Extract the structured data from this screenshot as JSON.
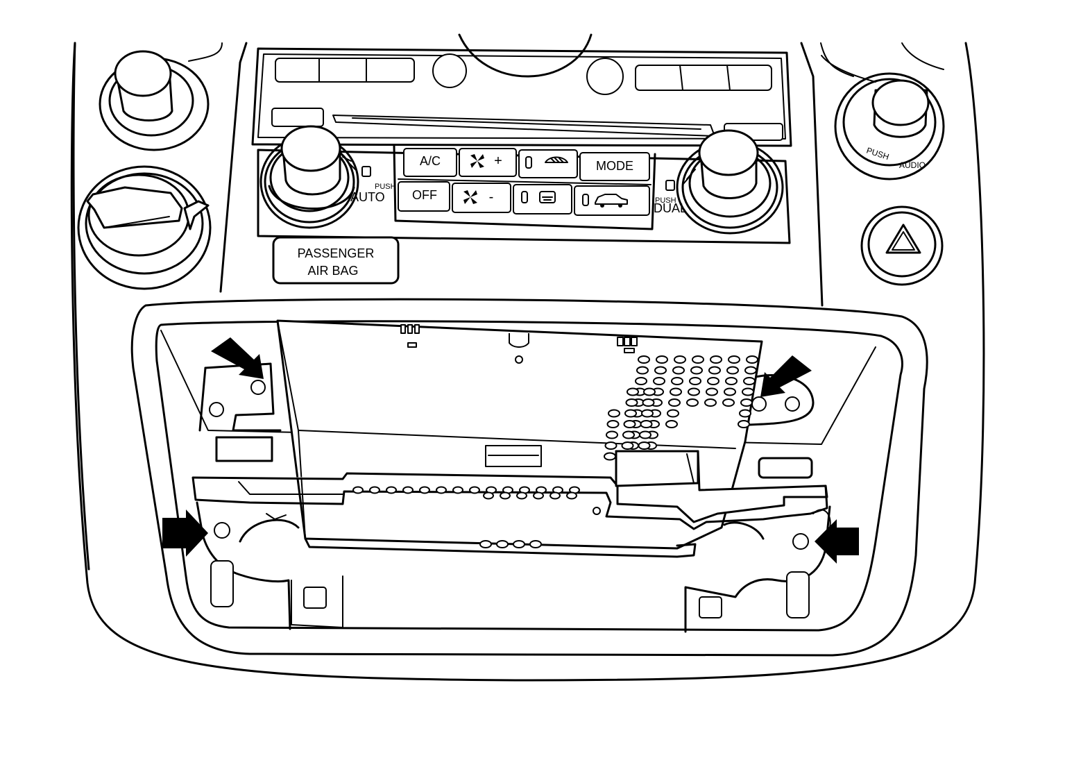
{
  "climate_panel": {
    "ac_label": "A/C",
    "fan_up_label": "+",
    "mode_label": "MODE",
    "off_label": "OFF",
    "fan_down_label": "-",
    "auto_push_label": "PUSH",
    "auto_label": "AUTO",
    "dual_push_label": "PUSH",
    "dual_label": "DUAL"
  },
  "audio_knob": {
    "push_label": "PUSH",
    "audio_label": "AUDIO"
  },
  "airbag_indicator": {
    "line1": "PASSENGER",
    "line2": "AIR BAG"
  },
  "icons": [
    "fan-icon",
    "defrost-front-icon",
    "defrost-rear-icon",
    "recirculation-car-icon",
    "hazard-triangle-icon",
    "removal-arrow-icon"
  ],
  "colors": {
    "line": "#000000",
    "background": "#ffffff"
  }
}
